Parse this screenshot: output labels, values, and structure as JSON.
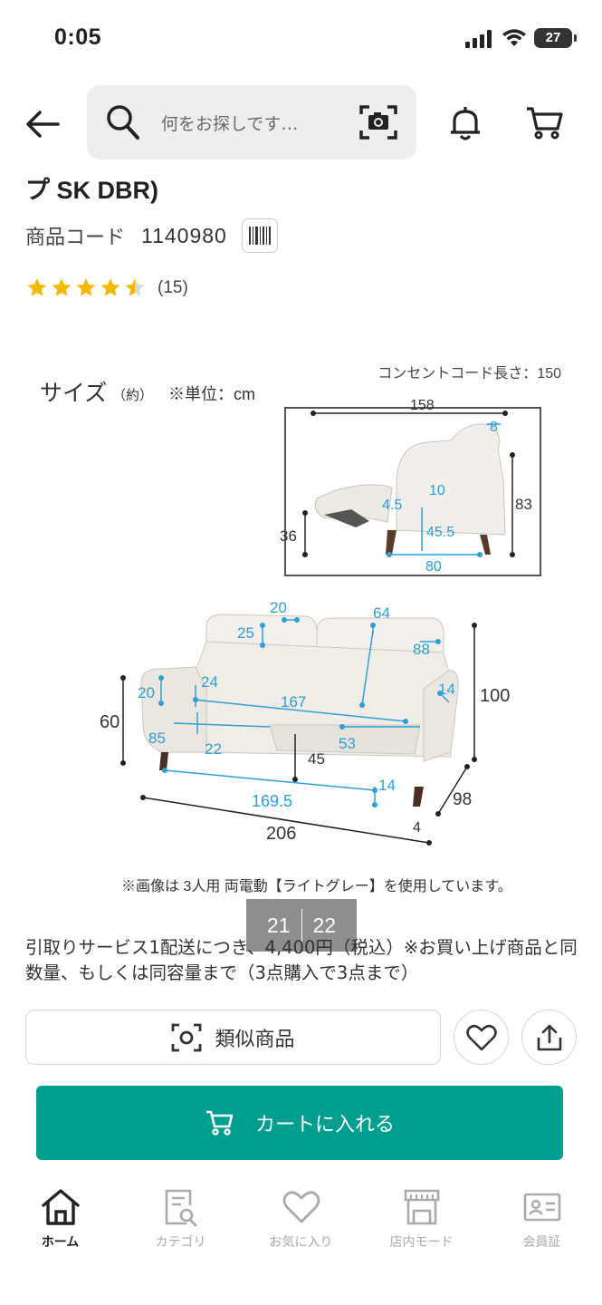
{
  "status_bar": {
    "time": "0:05",
    "battery": "27"
  },
  "header": {
    "search_placeholder": "何をお探しです…"
  },
  "product": {
    "title_fragment": "プ SK DBR)",
    "code_label": "商品コード",
    "code_value": "1140980",
    "rating": {
      "stars": 4.5,
      "count": "(15)"
    }
  },
  "image": {
    "size_title": "サイズ",
    "size_approx": "（約）",
    "unit_note": "※単位：cm",
    "cord_note": "コンセントコード長さ：150",
    "side_dims": [
      "158",
      "8",
      "10",
      "4.5",
      "83",
      "36",
      "45.5",
      "80"
    ],
    "front_dims": [
      "20",
      "64",
      "25",
      "88",
      "24",
      "20",
      "167",
      "14",
      "100",
      "60",
      "85",
      "22",
      "53",
      "45",
      "14",
      "169.5",
      "98",
      "206",
      "4"
    ],
    "caption": "※画像は 3人用 両電動【ライトグレー】を使用しています。",
    "counter_current": "21",
    "counter_total": "22"
  },
  "notice": "引取りサービス1配送につき、4,400円（税込）※お買い上げ商品と同数量、もしくは同容量まで（3点購入で3点まで）",
  "actions": {
    "similar_label": "類似商品",
    "add_to_cart_label": "カートに入れる"
  },
  "tabs": [
    {
      "label": "ホーム",
      "icon": "home-icon",
      "active": true
    },
    {
      "label": "カテゴリ",
      "icon": "category-search-icon",
      "active": false
    },
    {
      "label": "お気に入り",
      "icon": "heart-icon",
      "active": false
    },
    {
      "label": "店内モード",
      "icon": "store-icon",
      "active": false
    },
    {
      "label": "会員証",
      "icon": "member-card-icon",
      "active": false
    }
  ],
  "colors": {
    "accent": "#009e8f",
    "star": "#f5b800",
    "dimension_blue": "#2a9fd8"
  }
}
